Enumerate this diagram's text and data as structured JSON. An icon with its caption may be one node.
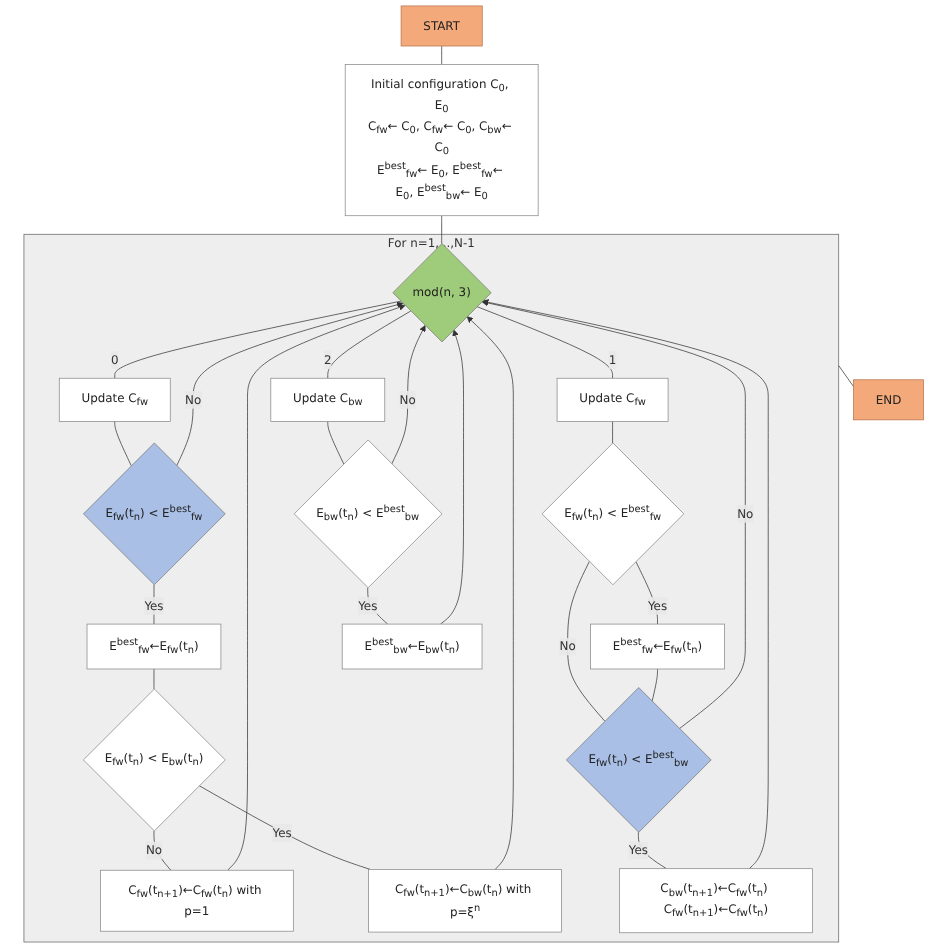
{
  "diagram": {
    "nodes": [
      {
        "text": [
          "START"
        ]
      },
      {
        "text": [
          "Initial configuration C$_{0}$, E$_{0}$",
          "C$_{fw}$← C$_{0}$, C$_{fw}$← C$_{0}$, C$_{bw}$← C$_{0}$",
          "E$^{best}$$_{fw}$← E$_{0}$, E$^{best}$$_{fw}$← E$_{0}$, E$^{best}$$_{bw}$← E$_{0}$"
        ]
      },
      {
        "text": [
          "For n=1,...,N-1"
        ]
      },
      {
        "text": [
          "mod(n, 3)"
        ],
        "in": 2
      },
      {
        "text": [
          "Update C$_{fw}$"
        ],
        "in": 2
      },
      {
        "text": [
          "Update C$_{fw}$"
        ],
        "in": 2
      },
      {
        "text": [
          "Update C$_{bw}$"
        ],
        "in": 2
      },
      {
        "text": [
          "E$_{fw}$(t$_{n}$) < E$^{best}$$_{fw}$"
        ],
        "in": 2
      },
      {
        "text": [
          "E$^{best}$$_{fw}$←E$_{fw}$(t$_{n}$)"
        ],
        "in": 2
      },
      {
        "text": [
          "E$_{fw}$(t$_{n}$) < E$_{bw}$(t$_{n}$)"
        ],
        "in": 2
      },
      {
        "text": [
          "C$_{fw}$(t$_{n+1}$)←C$_{fw}$(t$_{n}$) with p=1"
        ],
        "in": 2
      },
      {
        "text": [
          "C$_{fw}$(t$_{n+1}$)←C$_{bw}$(t$_{n}$) with p=ξ$^{n}$"
        ],
        "in": 2
      },
      {
        "text": [
          "E$_{fw}$(t$_{n}$) < E$^{best}$$_{fw}$"
        ],
        "in": 2
      },
      {
        "text": [
          "E$^{best}$$_{fw}$←E$_{fw}$(t$_{n}$)"
        ],
        "in": 2
      },
      {
        "text": [
          "E$_{fw}$(t$_{n}$) < E$^{best}$$_{bw}$"
        ],
        "in": 2
      },
      {
        "text": [
          "C$_{bw}$(t$_{n+1}$)←C$_{fw}$(t$_{n}$) C$_{fw}$(t$_{n+1}$)←C$_{fw}$(t$_{n}$)"
        ],
        "in": 2
      },
      {
        "text": [
          "E$_{bw}$(t$_{n}$) < E$^{best}$$_{bw}$"
        ],
        "in": 2
      },
      {
        "text": [
          "E$^{best}$$_{bw}$←E$_{bw}$(t$_{n}$)"
        ],
        "in": 2
      },
      {
        "text": [
          "END"
        ]
      }
    ],
    "edges": [
      {
        "from": 0,
        "to": 1,
        "arrow": "none"
      },
      {
        "from": 1,
        "to": 3,
        "arrow": "none"
      },
      {
        "from": 3,
        "to": 4,
        "label": "0",
        "arrow": "none"
      },
      {
        "from": 3,
        "to": 5,
        "label": "1",
        "arrow": "none"
      },
      {
        "from": 3,
        "to": 6,
        "label": "2",
        "arrow": "none"
      },
      {
        "from": 4,
        "to": 7,
        "arrow": "none"
      },
      {
        "from": 7,
        "to": 8,
        "label": "Yes",
        "arrow": "none"
      },
      {
        "from": 7,
        "to": 3,
        "label": "No",
        "arrow": "to"
      },
      {
        "from": 8,
        "to": 9,
        "arrow": "none"
      },
      {
        "from": 9,
        "to": 10,
        "label": "No",
        "arrow": "none"
      },
      {
        "from": 9,
        "to": 11,
        "label": "Yes",
        "arrow": "none"
      },
      {
        "from": 10,
        "to": 3,
        "arrow": "to"
      },
      {
        "from": 11,
        "to": 3,
        "arrow": "to"
      },
      {
        "from": 5,
        "to": 12,
        "arrow": "none"
      },
      {
        "from": 12,
        "to": 13,
        "label": "Yes",
        "arrow": "none"
      },
      {
        "from": 12,
        "to": 14,
        "label": "No",
        "arrow": "none"
      },
      {
        "from": 13,
        "to": 14,
        "arrow": "none"
      },
      {
        "from": 14,
        "to": 15,
        "label": "Yes",
        "arrow": "none"
      },
      {
        "from": 14,
        "to": 3,
        "label": "No",
        "arrow": "to"
      },
      {
        "from": 15,
        "to": 3,
        "arrow": "to"
      },
      {
        "from": 6,
        "to": 16,
        "arrow": "none"
      },
      {
        "from": 16,
        "to": 17,
        "label": "Yes",
        "arrow": "none"
      },
      {
        "from": 16,
        "to": 3,
        "label": "No",
        "arrow": "to"
      },
      {
        "from": 17,
        "to": 3,
        "arrow": "to"
      },
      {
        "from": 2,
        "to": 18,
        "arrow": "none"
      }
    ]
  }
}
